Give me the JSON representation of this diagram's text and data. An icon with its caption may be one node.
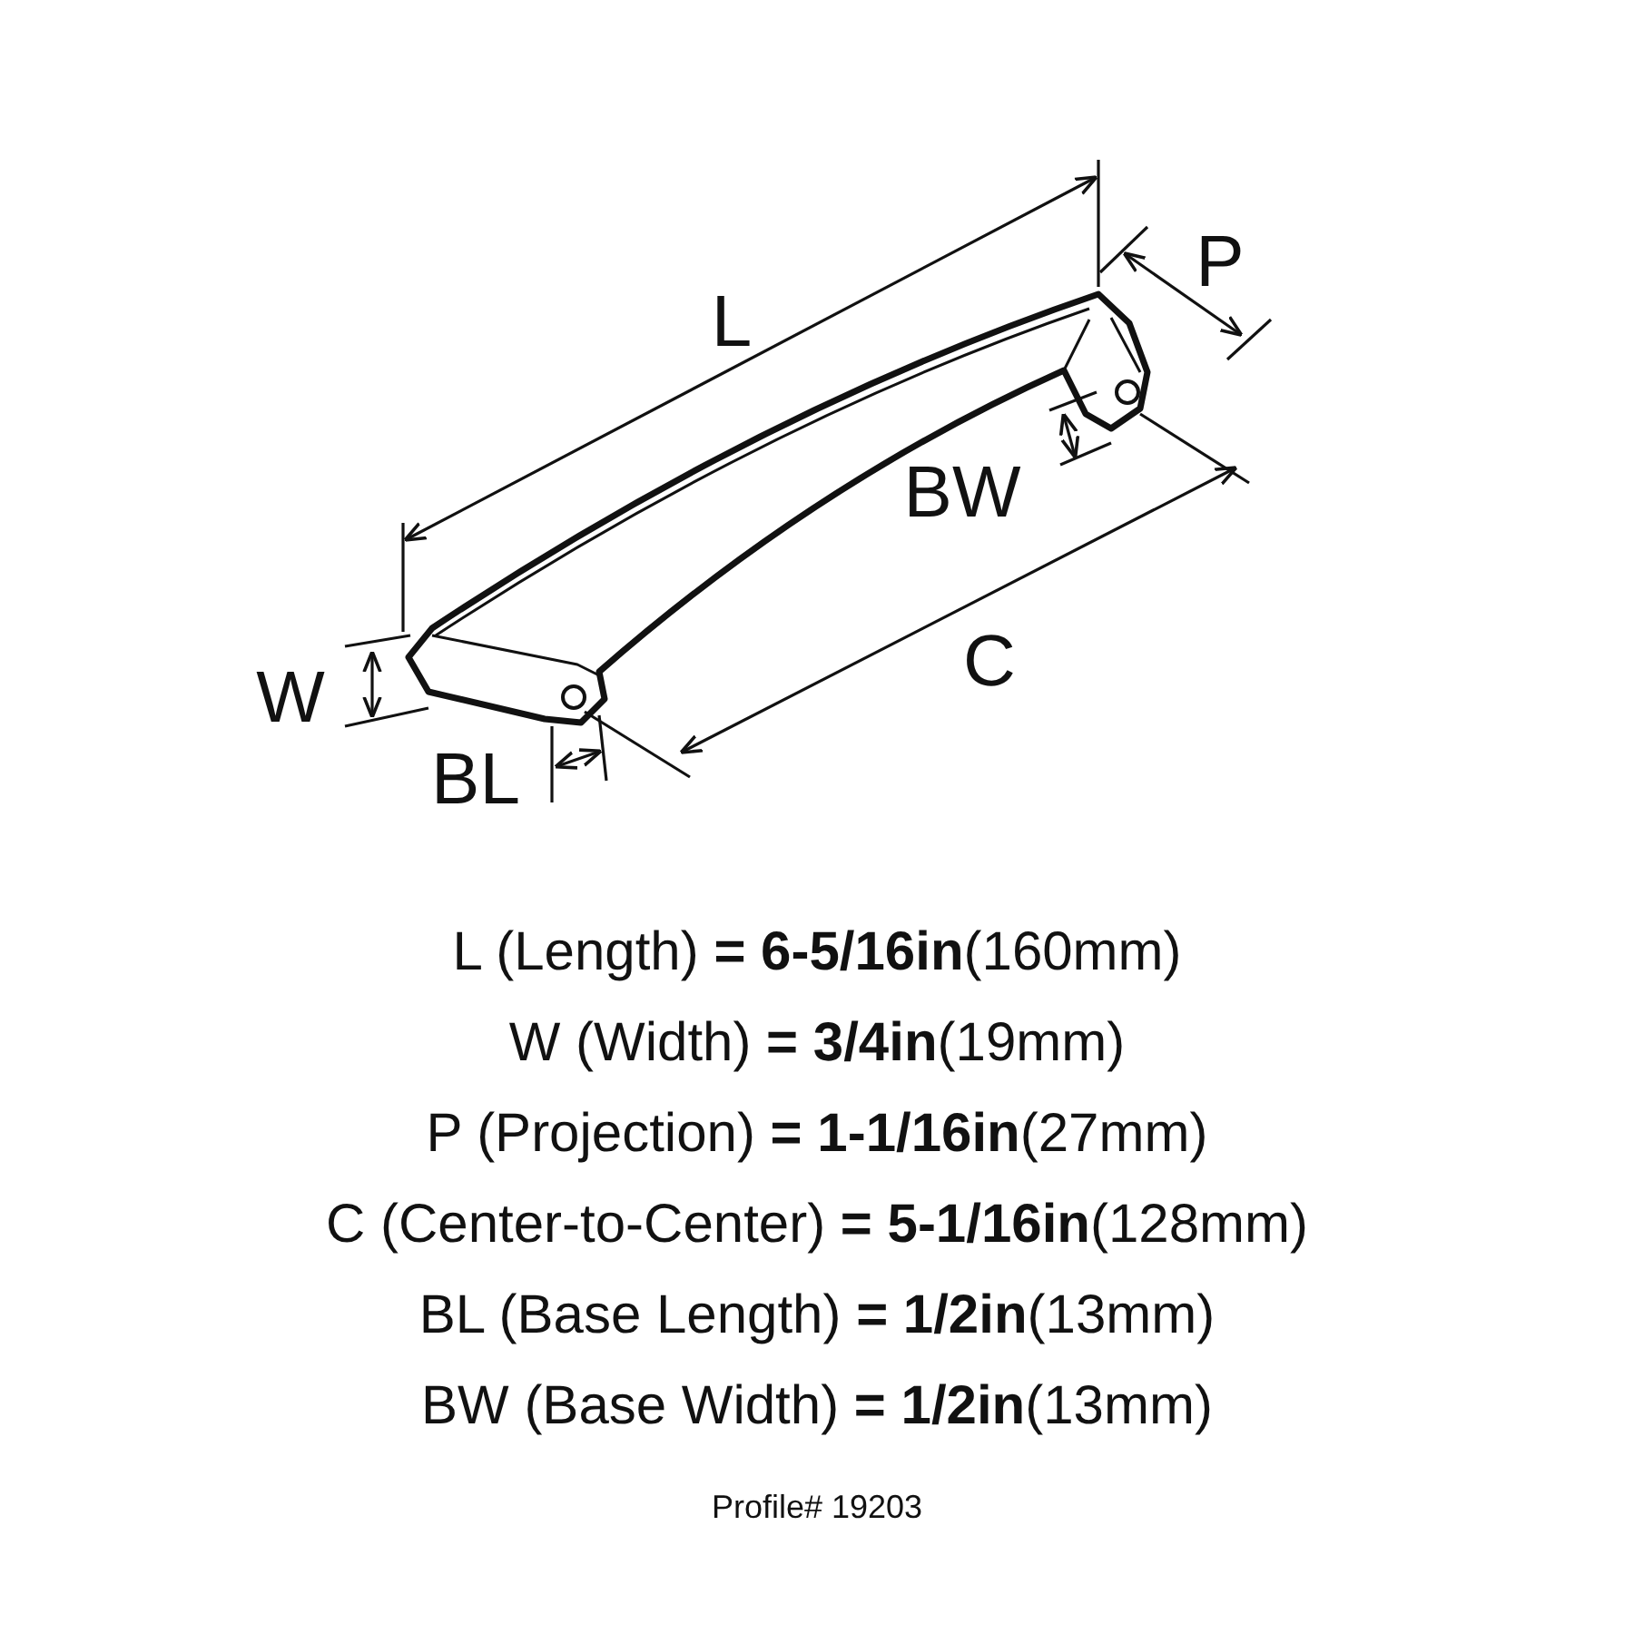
{
  "diagram": {
    "labels": [
      "L",
      "P",
      "BW",
      "C",
      "W",
      "BL",
      "L (Length) **= 6-5/16in**(160mm)",
      "W (Width) **= 3/4in**(19mm)",
      "P (Projection) **= 1-1/16in**(27mm)",
      "C (Center-to-Center) **= 5-1/16in**(128mm)",
      "BL (Base Length) **= 1/2in**(13mm)",
      "BW (Base Width) **= 1/2in**(13mm)",
      "Profile# 19203"
    ]
  }
}
